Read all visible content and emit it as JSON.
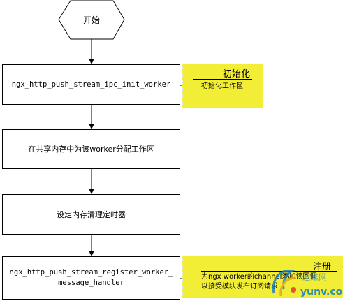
{
  "start": {
    "label": "开始"
  },
  "steps": [
    {
      "label": "ngx_http_push_stream_ipc_init_worker"
    },
    {
      "label": "在共享内存中为该worker分配工作区"
    },
    {
      "label": "设定内存清理定时器"
    },
    {
      "label": "ngx_http_push_stream_register_worker_\nmessage_handler"
    }
  ],
  "notes": [
    {
      "title": "初始化",
      "body": "初始化工作区"
    },
    {
      "title": "注册",
      "body_line1": "为ngx worker的channel添加读回调",
      "body_line2": "以接受模块发布订阅请求"
    }
  ],
  "watermark": {
    "text": "yunv.com",
    "brand": "运维网"
  },
  "colors": {
    "note_fill": "#f2ee35",
    "stroke": "#000000",
    "watermark": "#1a7fc9"
  }
}
